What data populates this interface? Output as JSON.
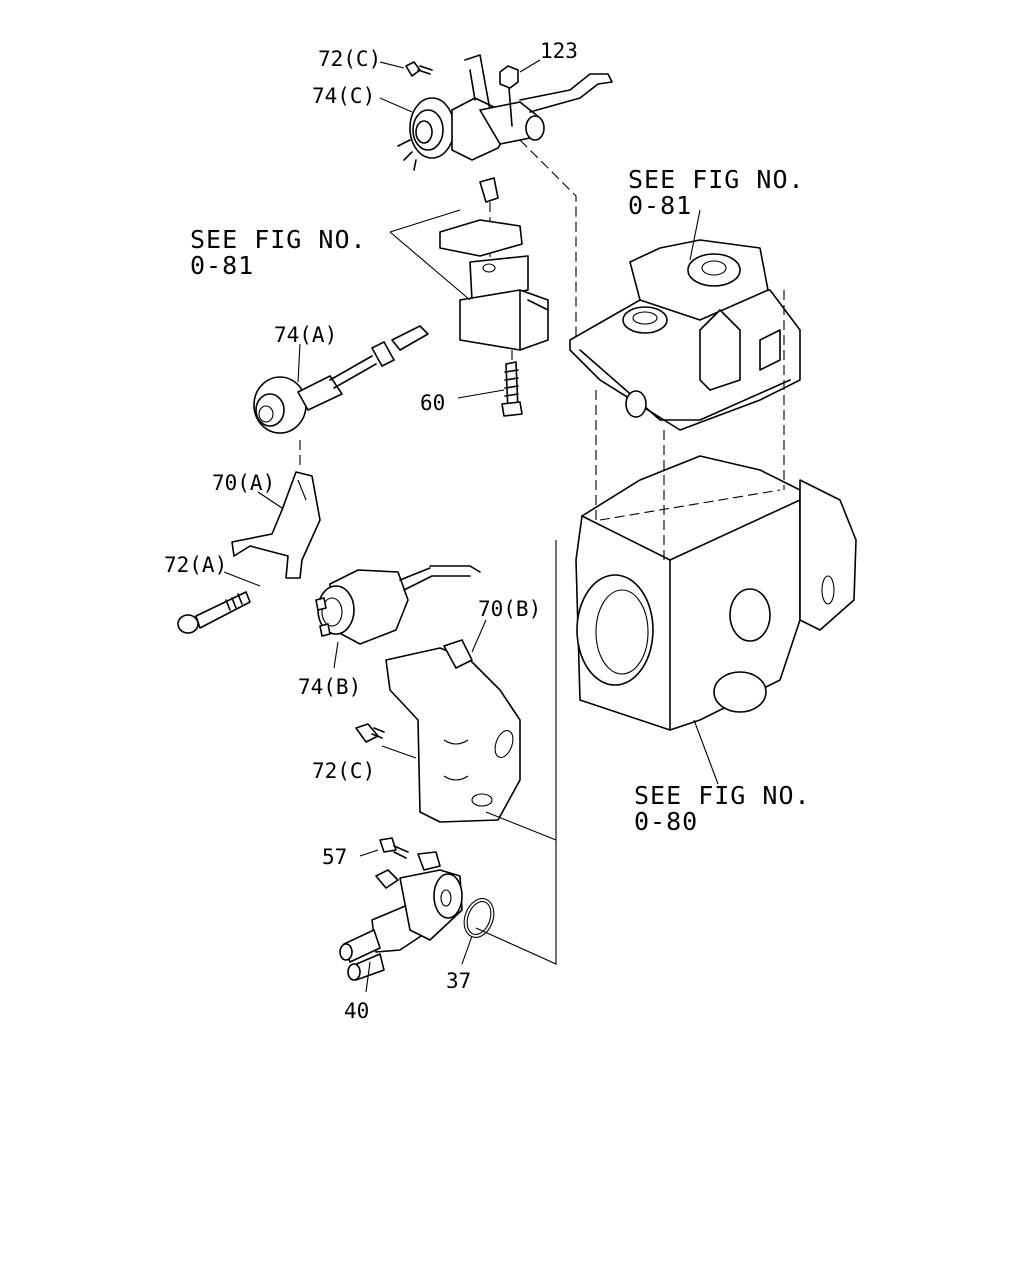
{
  "diagram": {
    "labels": {
      "l_72c_top": "72(C)",
      "l_74c": "74(C)",
      "l_123": "123",
      "l_74a": "74(A)",
      "l_60": "60",
      "l_70a": "70(A)",
      "l_72a": "72(A)",
      "l_74b": "74(B)",
      "l_70b": "70(B)",
      "l_72c_mid": "72(C)",
      "l_57": "57",
      "l_37": "37",
      "l_40": "40"
    },
    "references": {
      "ref1_line1": "SEE FIG NO.",
      "ref1_line2": "0-81",
      "ref2_line1": "SEE FIG NO.",
      "ref2_line2": "0-81",
      "ref3_line1": "SEE FIG NO.",
      "ref3_line2": "0-80"
    }
  }
}
